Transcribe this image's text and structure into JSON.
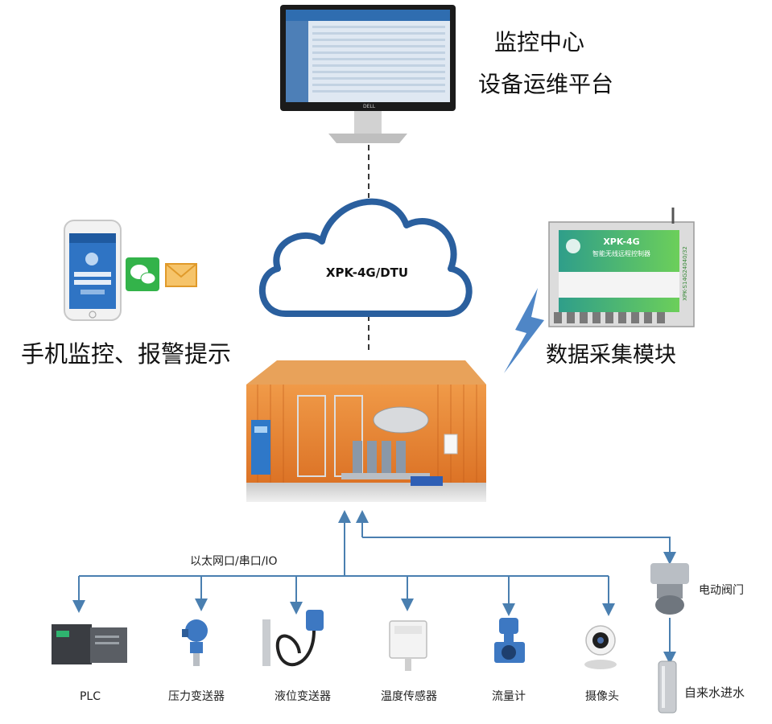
{
  "center": {
    "title1": "监控中心",
    "title2": "设备运维平台"
  },
  "cloud": {
    "label": "XPK-4G/DTU"
  },
  "mobile": {
    "label": "手机监控、报警提示"
  },
  "module": {
    "label": "数据采集模块",
    "brand": "XPK-4G",
    "subtitle": "智能无线远程控制器",
    "model": "XPK-S14G24040/32"
  },
  "bus": {
    "label": "以太网口/串口/IO"
  },
  "devices": [
    {
      "label": "PLC"
    },
    {
      "label": "压力变送器"
    },
    {
      "label": "液位变送器"
    },
    {
      "label": "温度传感器"
    },
    {
      "label": "流量计"
    },
    {
      "label": "摄像头"
    }
  ],
  "valve": {
    "label": "电动阀门"
  },
  "water": {
    "label": "自来水进水"
  },
  "colors": {
    "cloud_stroke": "#2a5f9e",
    "line_blue": "#4a7fb0",
    "bolt": "#4f86c6",
    "orange": "#e07b2a",
    "module_green": "#3cb371"
  }
}
